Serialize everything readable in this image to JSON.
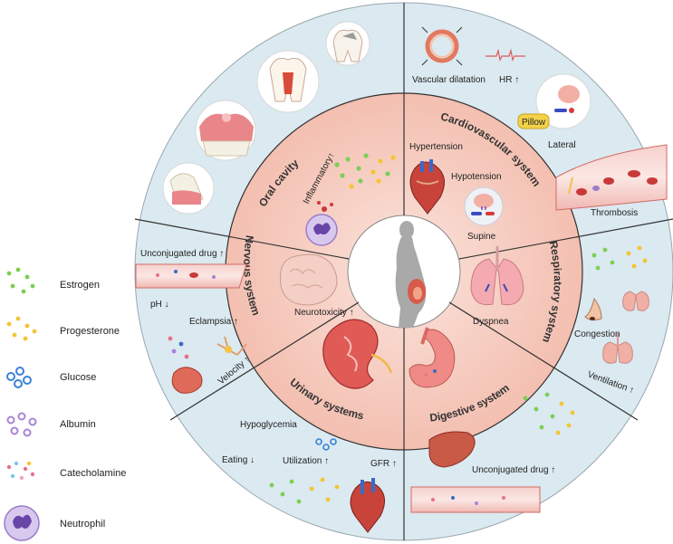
{
  "legend": [
    {
      "label": "Estrogen",
      "icon": "estrogen-icon",
      "color": "#7ccf55"
    },
    {
      "label": "Progesterone",
      "icon": "progesterone-icon",
      "color": "#f4c534"
    },
    {
      "label": "Glucose",
      "icon": "glucose-icon",
      "color": "#3b82d6"
    },
    {
      "label": "Albumin",
      "icon": "albumin-icon",
      "color": "#a884d6"
    },
    {
      "label": "Catecholamine",
      "icon": "catecholamine-icon",
      "color": "#e8708a"
    },
    {
      "label": "Neutrophil",
      "icon": "neutrophil-icon",
      "color": "#7a5ab8"
    }
  ],
  "systems": {
    "oral": "Oral cavity",
    "cardio": "Cardiovascular system",
    "respiratory": "Respiratory system",
    "digestive": "Digestive system",
    "urinary": "Urinary systems",
    "nervous": "Nervous system"
  },
  "inner": {
    "inflammatory": "Inflammatory↑",
    "hypertension": "Hypertension",
    "hypotension": "Hypotension",
    "supine": "Supine",
    "dyspnea": "Dyspnea",
    "neurotoxicity": "Neurotoxicity ↑"
  },
  "outer": {
    "vascular_dilatation": "Vascular dilatation",
    "hr": "HR ↑",
    "pillow": "Pillow",
    "lateral": "Lateral",
    "thrombosis": "Thrombosis",
    "congestion": "Congestion",
    "ventilation": "Ventilation ↑",
    "unconjugated_drug_right": "Unconjugated drug ↑",
    "gfr": "GFR ↑",
    "utilization": "Utilization ↑",
    "hypoglycemia": "Hypoglycemia",
    "eating": "Eating ↓",
    "unconjugated_drug_left": "Unconjugated drug ↑",
    "ph": "pH ↓",
    "eclampsia": "Eclampsia ↑",
    "velocity": "Velocity ↑"
  },
  "colors": {
    "outer_ring": "#dbe9f0",
    "inner_ring": "#f6c9bd",
    "divider": "#333333",
    "center": "#ffffff"
  }
}
